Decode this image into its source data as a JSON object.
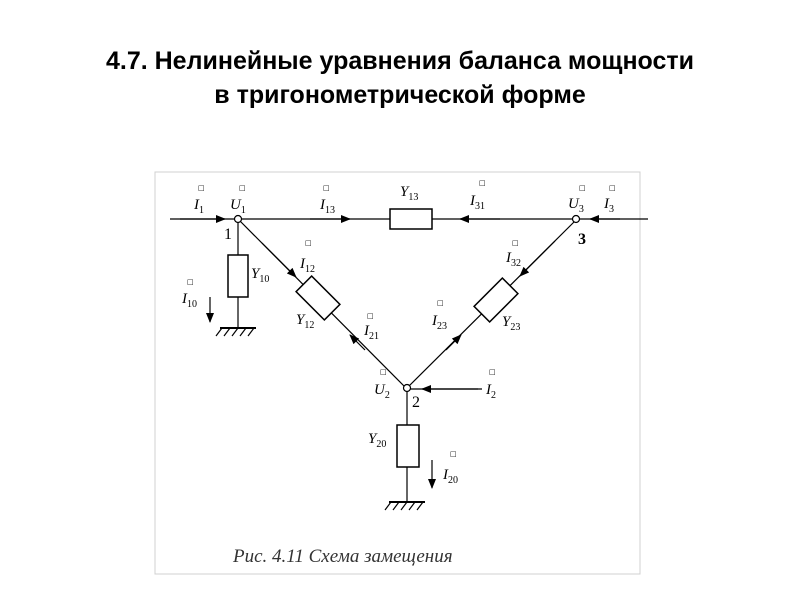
{
  "slide": {
    "title_line1": "4.7. Нелинейные уравнения баланса мощности",
    "title_line2": "в тригонометрической форме"
  },
  "figure": {
    "caption": "Рис. 4.11 Схема замещения",
    "dot_mark": "□",
    "nodes": {
      "n1": "1",
      "n2": "2",
      "n3": "3"
    },
    "voltages": {
      "u1": {
        "sym": "U",
        "sub": "1"
      },
      "u2": {
        "sym": "U",
        "sub": "2"
      },
      "u3": {
        "sym": "U",
        "sub": "3"
      }
    },
    "currents": {
      "i1": {
        "sym": "I",
        "sub": "1"
      },
      "i3": {
        "sym": "I",
        "sub": "3"
      },
      "i13": {
        "sym": "I",
        "sub": "13"
      },
      "i31": {
        "sym": "I",
        "sub": "31"
      },
      "i12": {
        "sym": "I",
        "sub": "12"
      },
      "i21": {
        "sym": "I",
        "sub": "21"
      },
      "i23": {
        "sym": "I",
        "sub": "23"
      },
      "i32": {
        "sym": "I",
        "sub": "32"
      },
      "i10": {
        "sym": "I",
        "sub": "10"
      },
      "i2": {
        "sym": "I",
        "sub": "2"
      },
      "i20": {
        "sym": "I",
        "sub": "20"
      }
    },
    "admittances": {
      "y13": {
        "sym": "Y",
        "sub": "13"
      },
      "y10": {
        "sym": "Y",
        "sub": "10"
      },
      "y12": {
        "sym": "Y",
        "sub": "12"
      },
      "y23": {
        "sym": "Y",
        "sub": "23"
      },
      "y20": {
        "sym": "Y",
        "sub": "20"
      }
    }
  }
}
